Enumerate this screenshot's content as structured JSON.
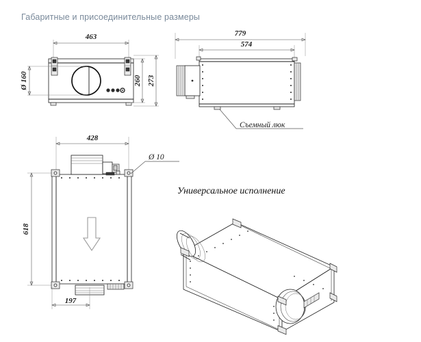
{
  "page": {
    "title": "Габаритные и присоединительные размеры",
    "title_color": "#79899a",
    "background": "#ffffff",
    "line_color": "#1b1b1b"
  },
  "views": {
    "front": {
      "name": "front-view",
      "dimensions": {
        "width": "463",
        "duct_diameter": "Ø 160",
        "height_inner": "260",
        "height_outer": "273"
      }
    },
    "side": {
      "name": "side-view",
      "dimensions": {
        "length_total": "779",
        "length_body": "574"
      },
      "callout": "Съемный люк"
    },
    "top": {
      "name": "top-view",
      "dimensions": {
        "width": "428",
        "depth": "618",
        "duct_offset": "197",
        "hole_diameter": "Ø 10"
      }
    },
    "isometric": {
      "name": "isometric-view",
      "heading": "Универсальное исполнение"
    }
  }
}
